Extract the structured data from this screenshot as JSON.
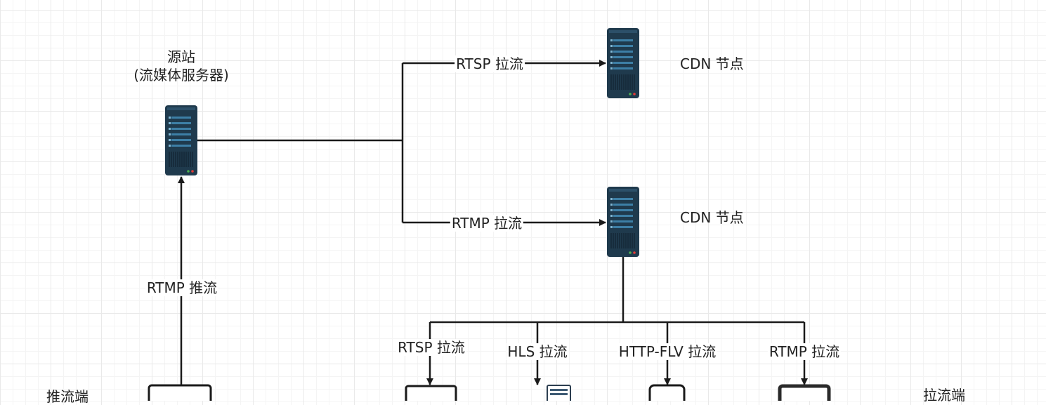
{
  "labels": {
    "origin_title": "源站",
    "origin_subtitle": "(流媒体服务器)",
    "cdn_top": "CDN 节点",
    "cdn_bottom": "CDN 节点",
    "rtsp_pull_top": "RTSP 拉流",
    "rtmp_pull_mid": "RTMP 拉流",
    "rtmp_push": "RTMP 推流",
    "rtsp_pull_client": "RTSP 拉流",
    "hls_pull_client": "HLS 拉流",
    "httpflv_pull_client": "HTTP-FLV 拉流",
    "rtmp_pull_client": "RTMP 拉流",
    "push_side": "推流端",
    "pull_side": "拉流端"
  },
  "colors": {
    "server_body": "#1f3a4d",
    "server_slot": "#3d7fa6",
    "line": "#1a1a1a"
  }
}
